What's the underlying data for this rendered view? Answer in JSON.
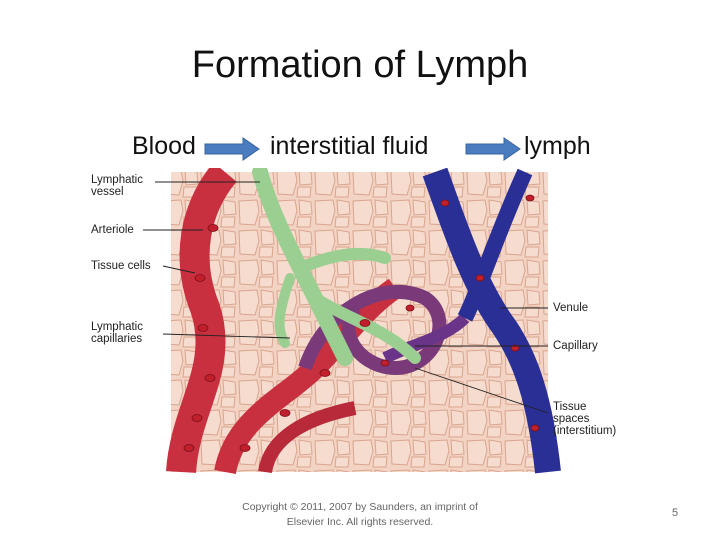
{
  "title": "Formation of Lymph",
  "flow": {
    "step1": "Blood",
    "step2": "interstitial fluid",
    "step3": "lymph"
  },
  "figure": {
    "labels": {
      "lymphatic_vessel": "Lymphatic\nvessel",
      "arteriole": "Arteriole",
      "tissue_cells": "Tissue cells",
      "lymphatic_capillaries": "Lymphatic\ncapillaries",
      "venule": "Venule",
      "capillary": "Capillary",
      "tissue_spaces": "Tissue\nspaces\n(interstitium)"
    },
    "colors": {
      "tissue": "#f2d3c4",
      "cell_border": "#d9a48e",
      "arteriole": "#c9303f",
      "venule": "#2a2f96",
      "capillary": "#7a3a7a",
      "lymph": "#9bcf92",
      "rbc": "#c21f2d"
    }
  },
  "arrow_color": "#4a7cc0",
  "copyright": "Copyright © 2011, 2007 by Saunders, an imprint of Elsevier Inc. All rights reserved.",
  "page_number": "5"
}
